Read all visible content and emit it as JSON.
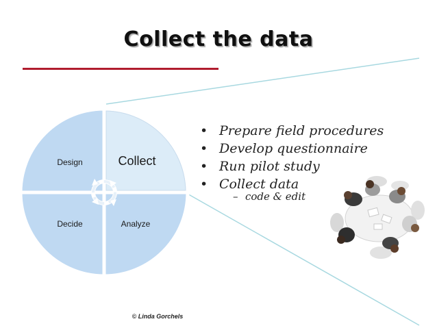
{
  "title": "Collect the data",
  "colors": {
    "accent_rule": "#b01c2e",
    "quadrant_fill": "#bfd9f2",
    "active_quadrant_fill": "#dcecf8",
    "divider": "#ffffff",
    "callout_line": "#a7d8e0"
  },
  "cycle": {
    "quadrants": [
      {
        "label": "Design",
        "active": false
      },
      {
        "label": "Collect",
        "active": true
      },
      {
        "label": "Decide",
        "active": false
      },
      {
        "label": "Analyze",
        "active": false
      }
    ],
    "center_icon": "circular-arrows-icon"
  },
  "bullets": [
    "Prepare field procedures",
    "Develop questionnaire",
    "Run pilot study",
    "Collect data"
  ],
  "sub_bullets": [
    "code & edit"
  ],
  "photo": {
    "icon": "meeting-photo-icon"
  },
  "copyright": "© Linda Gorchels"
}
